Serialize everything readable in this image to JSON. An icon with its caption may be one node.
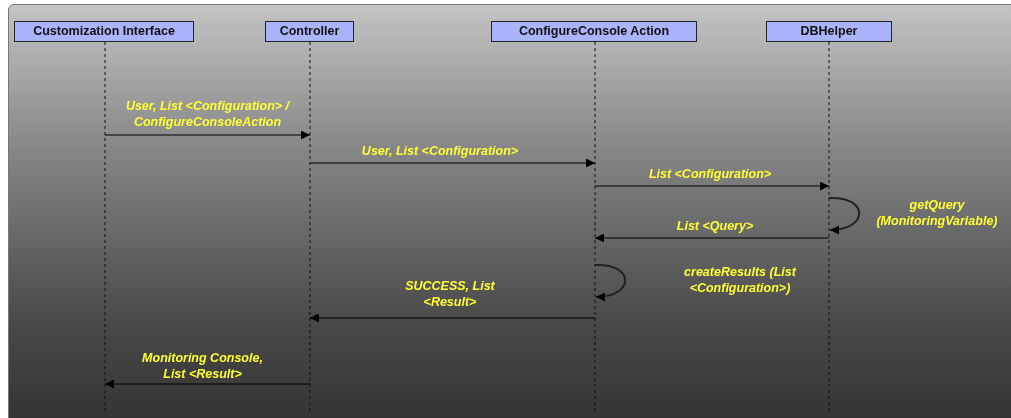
{
  "diagram": {
    "nodes": [
      {
        "text": [
          "Customization Interface"
        ]
      },
      {
        "text": [
          "Controller"
        ]
      },
      {
        "text": [
          "ConfigureConsole Action"
        ]
      },
      {
        "text": [
          "DBHelper"
        ]
      }
    ],
    "edges": [
      {
        "from": 0,
        "to": 1,
        "arrow": "to",
        "label": "User, List <Configuration> / ConfigureConsoleAction"
      },
      {
        "from": 1,
        "to": 2,
        "arrow": "to",
        "label": "User, List <Configuration>"
      },
      {
        "from": 2,
        "to": 3,
        "arrow": "to",
        "label": "List <Configuration>"
      },
      {
        "from": 3,
        "to": 3,
        "arrow": "to",
        "label": "getQuery (MonitoringVariable)"
      },
      {
        "from": 3,
        "to": 2,
        "arrow": "to",
        "label": "List <Query>"
      },
      {
        "from": 2,
        "to": 2,
        "arrow": "to",
        "label": "createResults (List <Configuration>)"
      },
      {
        "from": 2,
        "to": 1,
        "arrow": "to",
        "label": "SUCCESS, List <Result>"
      },
      {
        "from": 1,
        "to": 0,
        "arrow": "to",
        "label": "Monitoring Console, List <Result>"
      }
    ]
  }
}
